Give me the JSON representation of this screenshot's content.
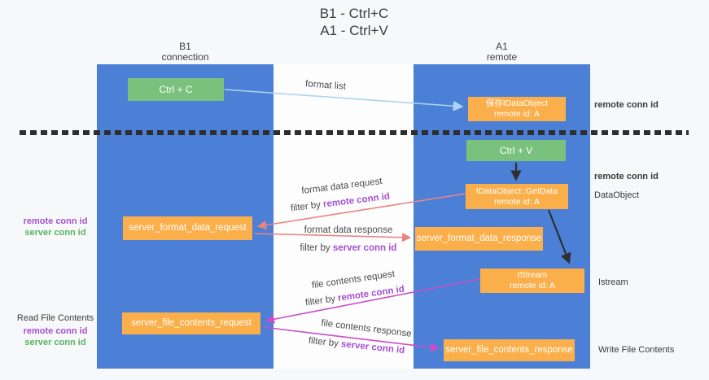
{
  "title": {
    "line1": "B1 - Ctrl+C",
    "line2": "A1 - Ctrl+V"
  },
  "lanes": {
    "left": {
      "name": "B1",
      "role": "connection"
    },
    "right": {
      "name": "A1",
      "role": "remote"
    }
  },
  "nodes": {
    "ctrl_c": {
      "label": "Ctrl + C"
    },
    "ctrl_v": {
      "label": "Ctrl + V"
    },
    "save_dataobject": {
      "line1": "保存IDataObject",
      "line2": "remote id: A"
    },
    "getdata": {
      "line1": "IDataObject::GetData",
      "line2": "remote id: A"
    },
    "istream": {
      "line1": "IStream",
      "line2": "remote id: A"
    },
    "format_request": {
      "label": "server_format_data_request"
    },
    "format_response": {
      "label": "server_format_data_response"
    },
    "file_request": {
      "label": "server_file_contents_request"
    },
    "file_response": {
      "label": "server_file_contents_response"
    }
  },
  "edge_labels": {
    "format_list": "format list",
    "format_data_request": "format data request",
    "format_data_response": "format data response",
    "file_contents_request": "file contents request",
    "file_contents_response": "file contents response",
    "filter_by": "filter by ",
    "remote_conn_id": "remote conn id",
    "server_conn_id": "server conn id"
  },
  "side_labels": {
    "right_remote_conn_id_top": "remote conn id",
    "right_remote_conn_id_mid": "remote conn id",
    "dataobject": "DataObject",
    "istream": "Istream",
    "write_file_contents": "Write File Contents",
    "read_file_contents": "Read File Contents",
    "left_remote_conn_id_1": "remote conn id",
    "left_server_conn_id_1": "server conn id",
    "left_remote_conn_id_2": "remote conn id",
    "left_server_conn_id_2": "server conn id"
  },
  "colors": {
    "lane_blue": "#4b80d6",
    "node_orange": "#fbaf4a",
    "node_green": "#79c17d",
    "arrow_light_blue": "#aad4f0",
    "arrow_salmon": "#e98580",
    "arrow_magenta": "#cb4dcb",
    "arrow_black": "#2f2f2f",
    "text_purple": "#a64fd2",
    "text_green": "#56b45f"
  }
}
